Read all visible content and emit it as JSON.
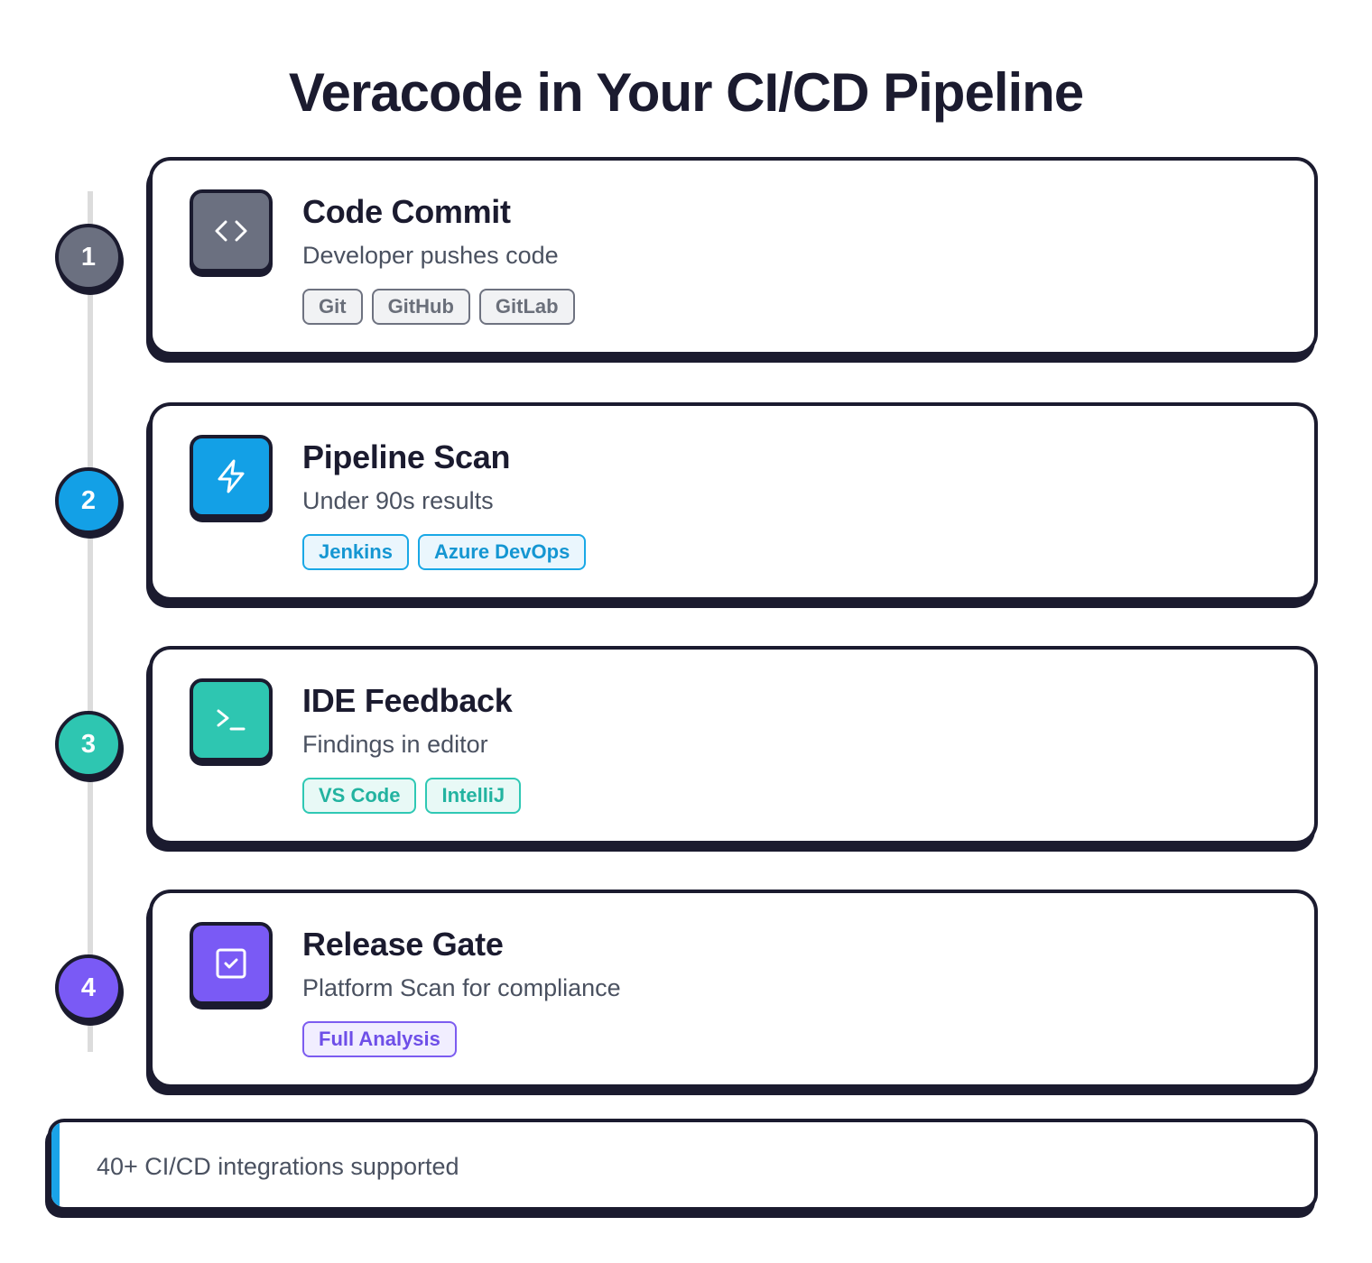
{
  "title": "Veracode in Your CI/CD Pipeline",
  "colors": {
    "step1": "#6b7080",
    "step2": "#13a0e6",
    "step3": "#2ec6b1",
    "step4": "#7a5af5",
    "dark": "#1b1b2f"
  },
  "steps": [
    {
      "number": "1",
      "icon": "code-brackets-icon",
      "title": "Code Commit",
      "subtitle": "Developer pushes code",
      "tags": [
        "Git",
        "GitHub",
        "GitLab"
      ]
    },
    {
      "number": "2",
      "icon": "lightning-bolt-icon",
      "title": "Pipeline Scan",
      "subtitle": "Under 90s results",
      "tags": [
        "Jenkins",
        "Azure DevOps"
      ]
    },
    {
      "number": "3",
      "icon": "terminal-prompt-icon",
      "title": "IDE Feedback",
      "subtitle": "Findings in editor",
      "tags": [
        "VS Code",
        "IntelliJ"
      ]
    },
    {
      "number": "4",
      "icon": "checkbox-icon",
      "title": "Release Gate",
      "subtitle": "Platform Scan for compliance",
      "tags": [
        "Full Analysis"
      ]
    }
  ],
  "footer": {
    "text": "40+ CI/CD integrations supported"
  }
}
